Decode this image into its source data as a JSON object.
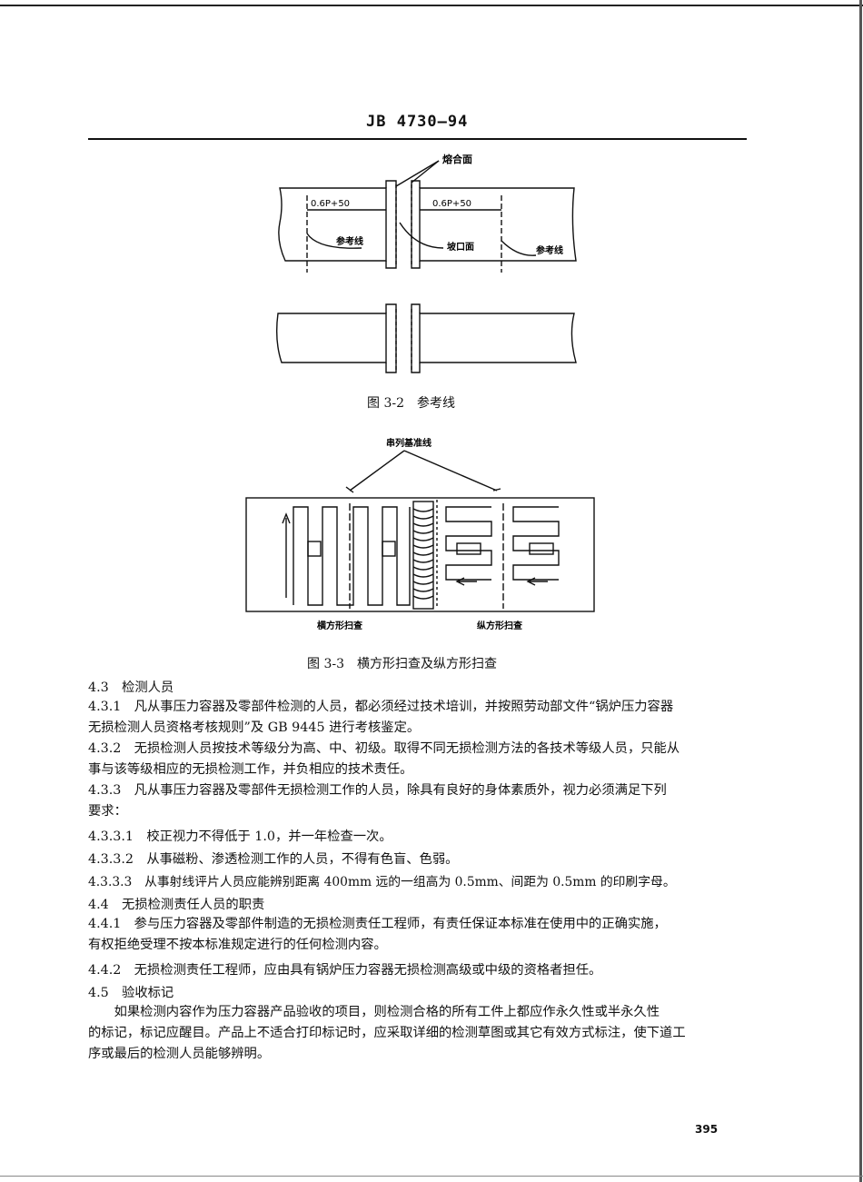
{
  "header": {
    "title": "JB 4730—94"
  },
  "figure_3_2": {
    "label_fusion_face": "熔合面",
    "dim_left": "0.6P+50",
    "dim_right": "0.6P+50",
    "label_ref_left": "参考线",
    "label_bevel": "坡口面",
    "label_ref_right": "参考线",
    "caption": "图 3-2　参考线"
  },
  "figure_3_3": {
    "label_datum": "串列基准线",
    "label_transverse": "横方形扫查",
    "label_longitudinal": "纵方形扫查",
    "caption": "图 3-3　横方形扫查及纵方形扫查"
  },
  "text": {
    "s4_3": "4.3　检测人员",
    "s4_3_1_l1": "4.3.1　凡从事压力容器及零部件检测的人员，都必须经过技术培训，并按照劳动部文件“锅炉压力容器",
    "s4_3_1_l2": "无损检测人员资格考核规则”及 GB 9445 进行考核鉴定。",
    "s4_3_2_l1": "4.3.2　无损检测人员按技术等级分为高、中、初级。取得不同无损检测方法的各技术等级人员，只能从",
    "s4_3_2_l2": "事与该等级相应的无损检测工作，并负相应的技术责任。",
    "s4_3_3_l1": "4.3.3　凡从事压力容器及零部件无损检测工作的人员，除具有良好的身体素质外，视力必须满足下列",
    "s4_3_3_l2": "要求：",
    "s4_3_3_1": "4.3.3.1　校正视力不得低于 1.0，并一年检查一次。",
    "s4_3_3_2": "4.3.3.2　从事磁粉、渗透检测工作的人员，不得有色盲、色弱。",
    "s4_3_3_3": "4.3.3.3　从事射线评片人员应能辨别距离 400mm 远的一组高为 0.5mm、间距为 0.5mm 的印刷字母。",
    "s4_4": "4.4　无损检测责任人员的职责",
    "s4_4_1_l1": "4.4.1　参与压力容器及零部件制造的无损检测责任工程师，有责任保证本标准在使用中的正确实施，",
    "s4_4_1_l2": "有权拒绝受理不按本标准规定进行的任何检测内容。",
    "s4_4_2": "4.4.2　无损检测责任工程师，应由具有锅炉压力容器无损检测高级或中级的资格者担任。",
    "s4_5": "4.5　验收标记",
    "s4_5_l1": "如果检测内容作为压力容器产品验收的项目，则检测合格的所有工件上都应作永久性或半永久性",
    "s4_5_l2": "的标记，标记应醒目。产品上不适合打印标记时，应采取详细的检测草图或其它有效方式标注，使下道工",
    "s4_5_l3": "序或最后的检测人员能够辨明。"
  },
  "page_number": "395"
}
